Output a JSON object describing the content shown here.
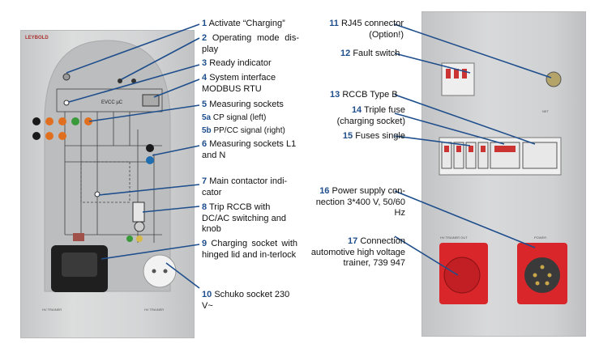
{
  "front_panel": {
    "brand": "LEYBOLD",
    "controller_label": "EVCC µC",
    "bottom_left_label": "HV TRAINER",
    "bottom_right_label": "HV TRAINER"
  },
  "rear_panel": {
    "rj45_label": "NET",
    "power_label": "POWER",
    "trainer_label": "HV TRAINER OUT"
  },
  "legend": [
    {
      "num": "1",
      "text": "Activate “Charging”"
    },
    {
      "num": "2",
      "text": "Operating mode dis-play"
    },
    {
      "num": "3",
      "text": "Ready indicator"
    },
    {
      "num": "4",
      "text": "System interface MODBUS RTU"
    },
    {
      "num": "5",
      "text": "Measuring sockets"
    },
    {
      "num": "5a",
      "text": "CP signal (left)"
    },
    {
      "num": "5b",
      "text": "PP/CC signal (right)"
    },
    {
      "num": "6",
      "text": "Measuring sockets L1 and N"
    },
    {
      "num": "7",
      "text": "Main contactor indi-cator"
    },
    {
      "num": "8",
      "text": "Trip RCCB with DC/AC switching and knob"
    },
    {
      "num": "9",
      "text": "Charging socket with hinged lid and in-terlock"
    },
    {
      "num": "10",
      "text": "Schuko socket 230 V~"
    },
    {
      "num": "11",
      "text": "RJ45 connector (Option!)"
    },
    {
      "num": "12",
      "text": "Fault switch"
    },
    {
      "num": "13",
      "text": "RCCB Type B"
    },
    {
      "num": "14",
      "text": "Triple fuse (charging socket)"
    },
    {
      "num": "15",
      "text": "Fuses single"
    },
    {
      "num": "16",
      "text": "Power supply con-nection 3*400 V, 50/60 Hz"
    },
    {
      "num": "17",
      "text": "Connection automotive high voltage trainer, 739 947"
    }
  ],
  "colors": {
    "number_blue": "#1f4e8c",
    "leader_line": "#1f4e8c",
    "cee_red": "#d8262b",
    "socket_orange": "#e07020",
    "socket_green": "#3a9a3a",
    "socket_blue": "#1f6fb0",
    "socket_black": "#1a1a1a"
  }
}
